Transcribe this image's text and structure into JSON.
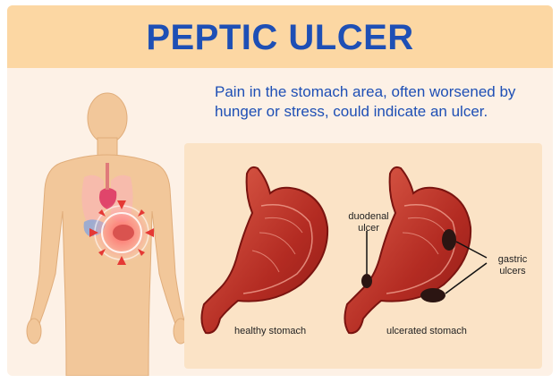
{
  "title": "PEPTIC ULCER",
  "description": "Pain in the stomach area, often worsened by hunger or stress, could indicate an ulcer.",
  "labels": {
    "healthy": "healthy stomach",
    "ulcerated": "ulcerated stomach",
    "duodenal_line1": "duodenal",
    "duodenal_line2": "ulcer",
    "gastric_line1": "gastric",
    "gastric_line2": "ulcers"
  },
  "colors": {
    "header_bg": "#fcd7a3",
    "card_bg": "#fdf1e6",
    "panel_bg": "#fbe3c6",
    "title": "#1e4fb5",
    "body_silhouette": "#f2c79a",
    "stomach": "#c0392b",
    "ulcer": "#2b1512",
    "pain_marker": "#e53935"
  }
}
